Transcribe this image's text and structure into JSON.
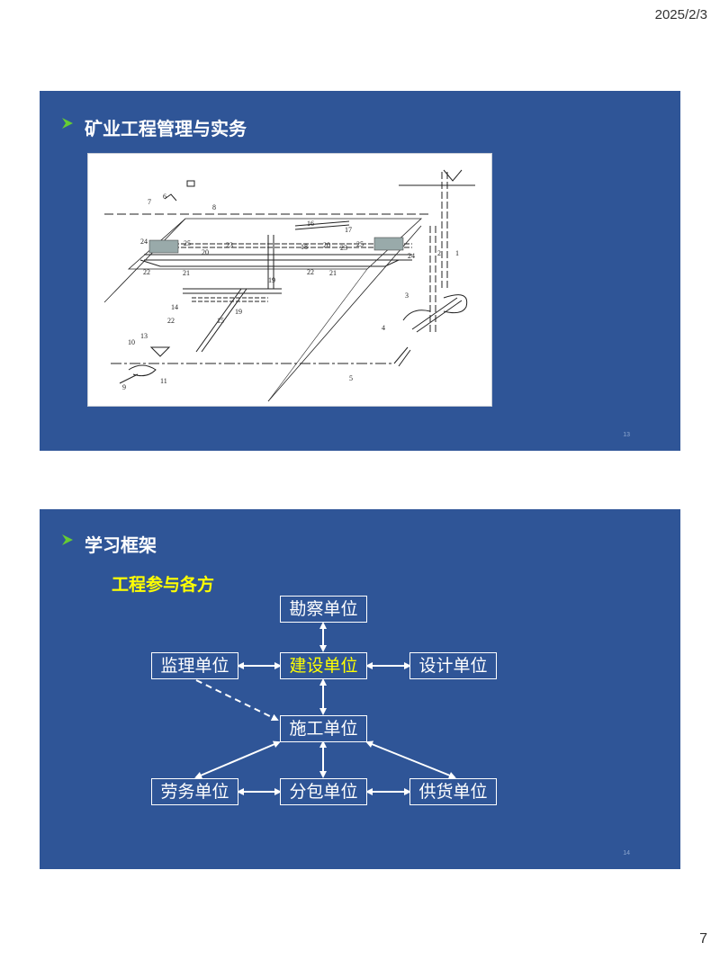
{
  "header": {
    "date": "2025/2/3"
  },
  "footer": {
    "page_number": "7"
  },
  "slides": [
    {
      "title": "矿业工程管理与实务",
      "slide_number": "13",
      "figure": {
        "labels": [
          "1",
          "2",
          "3",
          "4",
          "5",
          "6",
          "7",
          "8",
          "9",
          "10",
          "11",
          "13",
          "14",
          "15",
          "16",
          "17",
          "18",
          "19",
          "19",
          "20",
          "20",
          "21",
          "21",
          "22",
          "22",
          "22",
          "23",
          "23",
          "24",
          "24",
          "25",
          "25"
        ]
      }
    },
    {
      "title": "学习框架",
      "subtitle": "工程参与各方",
      "slide_number": "14",
      "org": {
        "kancha": "勘察单位",
        "jianli": "监理单位",
        "jianshe": "建设单位",
        "sheji": "设计单位",
        "shigong": "施工单位",
        "laowu": "劳务单位",
        "fenbao": "分包单位",
        "gonghuo": "供货单位"
      }
    }
  ],
  "colors": {
    "slide_bg": "#2f5597",
    "highlight": "#ffff00",
    "bullet": "#66cc33"
  }
}
